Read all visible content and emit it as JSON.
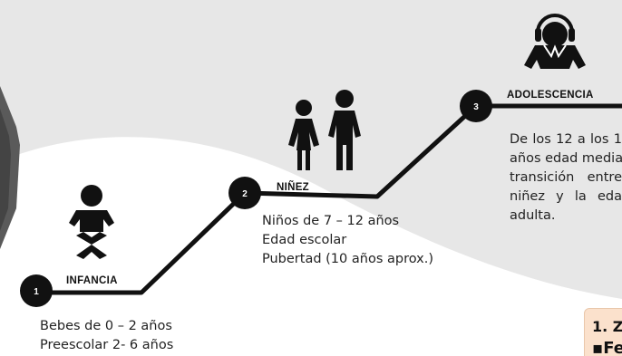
{
  "stages": [
    {
      "number": "1",
      "title": "INFANCIA",
      "lines": [
        "Bebes de 0 – 2 años",
        "Preescolar 2-  6 años"
      ]
    },
    {
      "number": "2",
      "title": "NIÑEZ",
      "lines": [
        "Niños de 7 – 12 años",
        "Edad escolar",
        "Pubertad (10 años aprox.)"
      ]
    },
    {
      "number": "3",
      "title": "ADOLESCENCIA",
      "lines": [
        "De los 12 a los 1",
        "años edad media",
        "transición entre",
        "niñez y la eda",
        "adulta."
      ]
    }
  ],
  "callout": {
    "heading": "1. Z",
    "item": "▪Fe"
  },
  "icons": [
    "baby-icon",
    "children-icon",
    "adolescent-headphones-icon"
  ],
  "colors": {
    "line": "#111111",
    "text": "#222222",
    "background_gray": "#e6e6e6",
    "callout": "#fbe1cc"
  }
}
